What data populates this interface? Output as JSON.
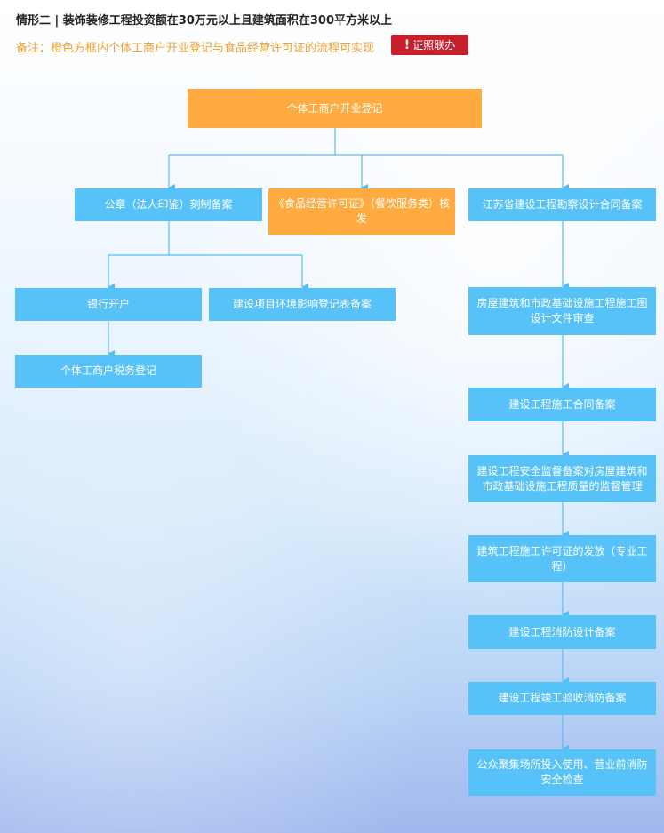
{
  "header": {
    "title": "情形二 | 装饰装修工程投资额在30万元以上且建筑面积在300平方米以上",
    "note": "备注：橙色方框内个体工商户开业登记与食品经营许可证的流程可实现",
    "badge_label": "证照联办",
    "badge_icon": "exclamation-icon"
  },
  "colors": {
    "blue_box": "#56c2f8",
    "orange_box": "#ffab40",
    "connector": "#56bdf2",
    "badge": "#c8202a",
    "note_text": "#f0a030"
  },
  "flow": {
    "root": "个体工商户开业登记",
    "seal": "公章（法人印鉴）刻制备案",
    "food_license": "《食品经营许可证》（餐饮服务类）核发",
    "survey_contract": "江苏省建设工程勘察设计合同备案",
    "bank": "银行开户",
    "env": "建设项目环境影响登记表备案",
    "tax": "个体工商户税务登记",
    "drawing_review": "房屋建筑和市政基础设施工程施工图设计文件审查",
    "construction_contract": "建设工程施工合同备案",
    "safety": "建设工程安全监督备案对房屋建筑和市政基础设施工程质量的监督管理",
    "permit": "建筑工程施工许可证的发放（专业工程）",
    "fire_design": "建设工程消防设计备案",
    "fire_acceptance": "建设工程竣工验收消防备案",
    "fire_check": "公众聚集场所投入使用、营业前消防安全检查"
  }
}
